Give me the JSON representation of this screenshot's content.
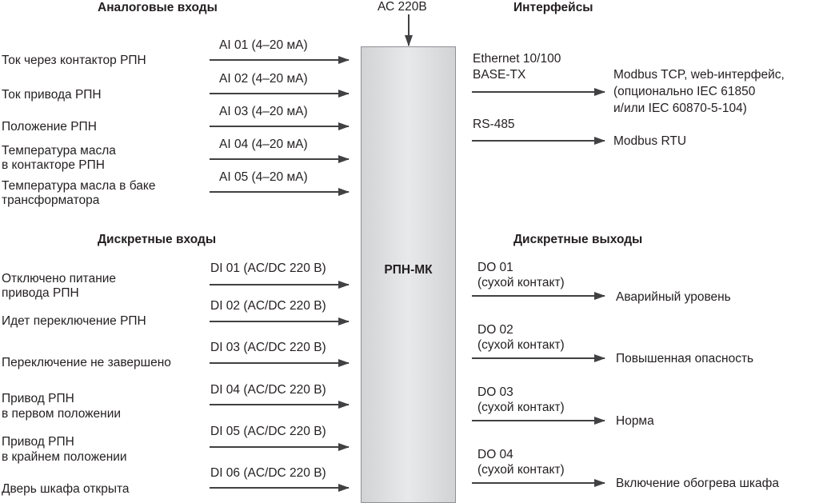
{
  "power_input": "АС 220В",
  "controller": {
    "name": "РПН-МК"
  },
  "headings": {
    "analog_inputs": "Аналоговые входы",
    "interfaces": "Интерфейсы",
    "discrete_inputs": "Дискретные входы",
    "discrete_outputs": "Дискретные выходы"
  },
  "analog_inputs": [
    {
      "code": "AI 01 (4–20 мА)",
      "description": [
        "Ток через контактор РПН"
      ]
    },
    {
      "code": "AI 02 (4–20 мА)",
      "description": [
        "Ток привода РПН"
      ]
    },
    {
      "code": "AI 03 (4–20 мА)",
      "description": [
        "Положение РПН"
      ]
    },
    {
      "code": "AI 04 (4–20 мА)",
      "description": [
        "Температура масла",
        "в контакторе РПН"
      ]
    },
    {
      "code": "AI 05 (4–20 мА)",
      "description": [
        "Температура масла в баке",
        "трансформатора"
      ]
    }
  ],
  "discrete_inputs": [
    {
      "code": "DI 01 (AC/DC 220 В)",
      "description": [
        "Отключено питание",
        "привода РПН"
      ]
    },
    {
      "code": "DI 02 (AC/DC 220 В)",
      "description": [
        "Идет переключение РПН"
      ]
    },
    {
      "code": "DI 03 (AC/DC 220 В)",
      "description": [
        "Переключение не завершено"
      ]
    },
    {
      "code": "DI 04 (AC/DC 220 В)",
      "description": [
        "Привод РПН",
        "в первом положении"
      ]
    },
    {
      "code": "DI 05 (AC/DC 220 В)",
      "description": [
        "Привод РПН",
        "в крайнем положении"
      ]
    },
    {
      "code": "DI 06 (AC/DC 220 В)",
      "description": [
        "Дверь шкафа открыта"
      ]
    }
  ],
  "interfaces": [
    {
      "port": [
        "Ethernet 10/100",
        "BASE-TX"
      ],
      "protocol": [
        "Modbus TCP, web-интерфейс,",
        "(опционально IEC 61850",
        "и/или IEC 60870-5-104)"
      ]
    },
    {
      "port": [
        "RS-485"
      ],
      "protocol": [
        "Modbus RTU"
      ]
    }
  ],
  "discrete_outputs": [
    {
      "code": [
        "DO 01",
        "(сухой контакт)"
      ],
      "function": "Аварийный уровень"
    },
    {
      "code": [
        "DO 02",
        "(сухой контакт)"
      ],
      "function": "Повышенная опасность"
    },
    {
      "code": [
        "DO 03",
        "(сухой контакт)"
      ],
      "function": "Норма"
    },
    {
      "code": [
        "DO 04",
        "(сухой контакт)"
      ],
      "function": "Включение обогрева шкафа"
    }
  ]
}
